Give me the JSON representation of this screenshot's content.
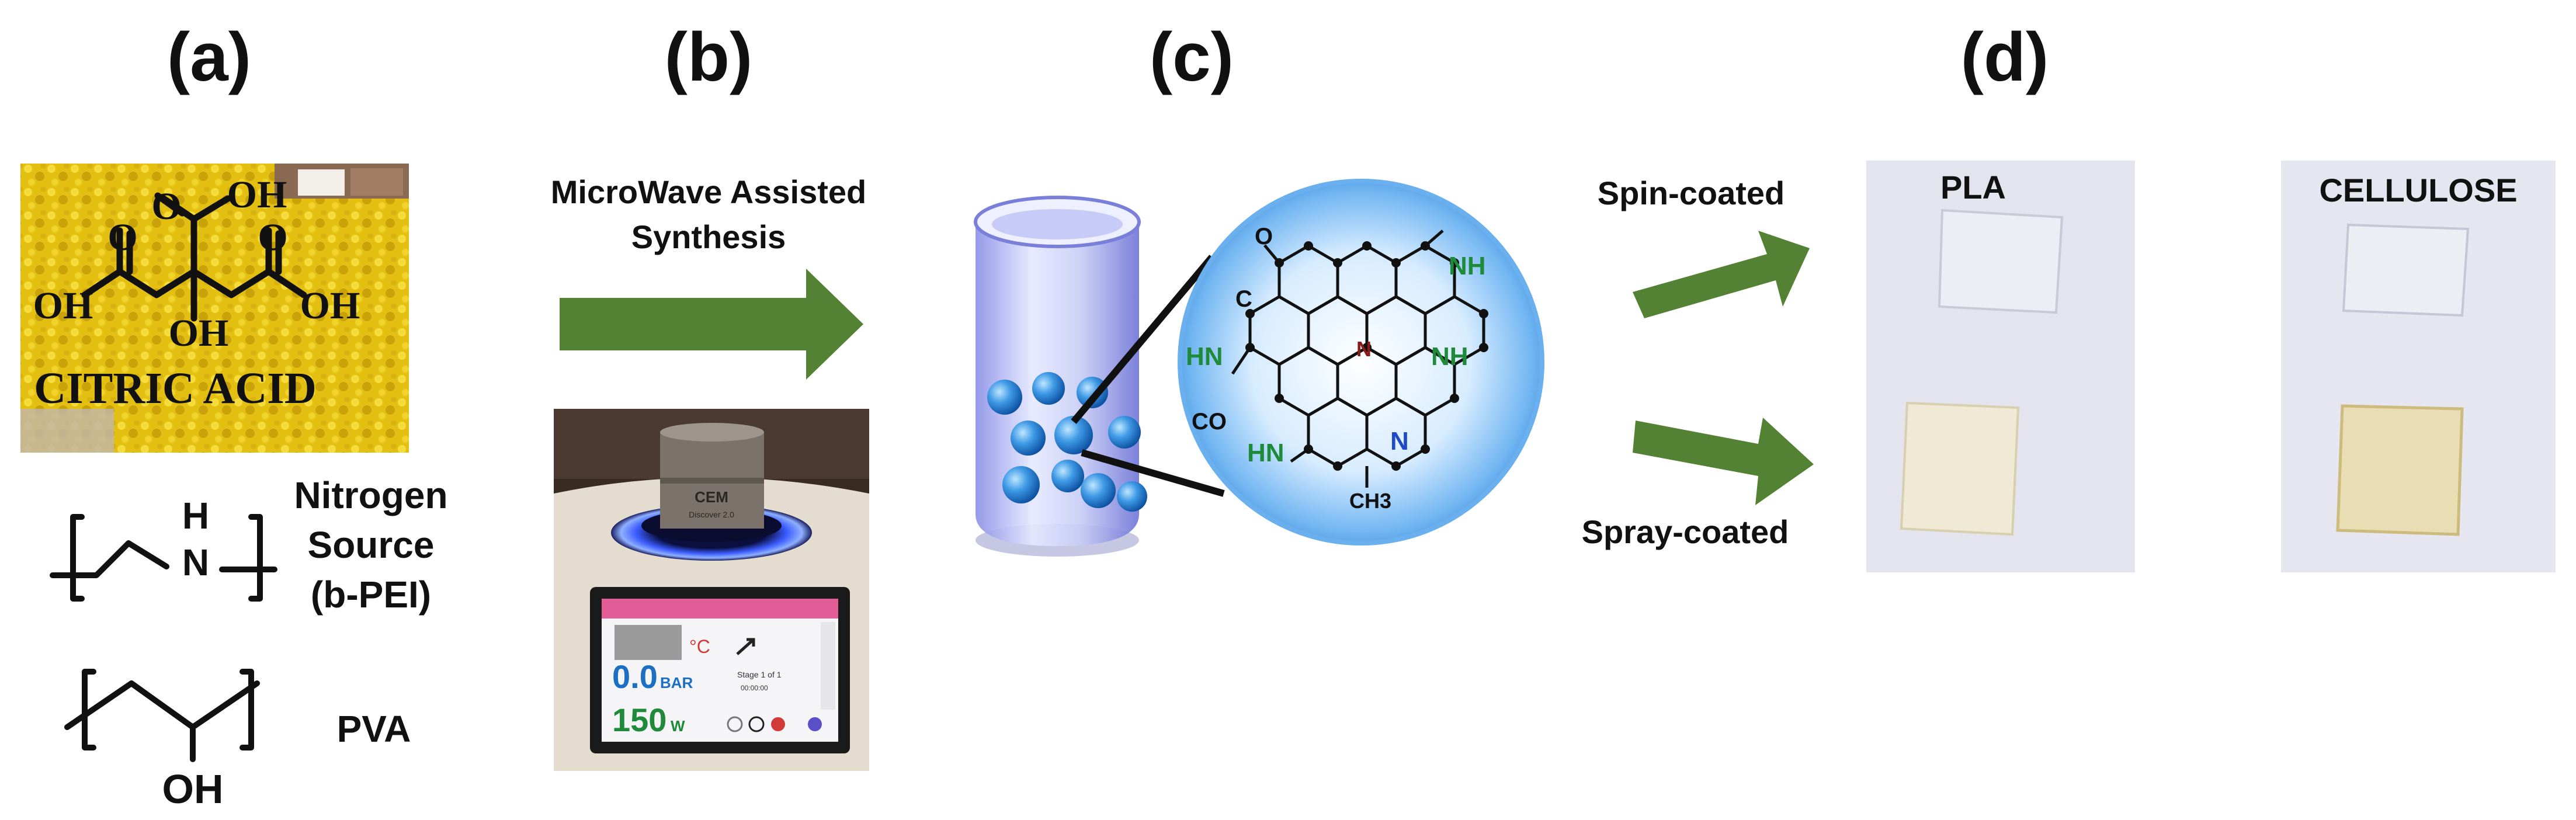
{
  "panels": {
    "a": "(a)",
    "b": "(b)",
    "c": "(c)",
    "d": "(d)"
  },
  "panel_a": {
    "citric": {
      "name": "CITRIC ACID",
      "oh_top": "OH",
      "oh_left": "OH",
      "oh_right": "OH",
      "oh_center": "OH",
      "o_left": "O",
      "o_top": "O",
      "o_right": "O"
    },
    "pei": {
      "h": "H",
      "n": "N",
      "caption": [
        "Nitrogen",
        "Source",
        "(b-PEI)"
      ]
    },
    "pva": {
      "oh": "OH",
      "caption": "PVA"
    }
  },
  "panel_b": {
    "caption": [
      "MicroWave Assisted",
      "Synthesis"
    ],
    "device": {
      "reading_pressure": "0.0",
      "unit_pressure": "BAR",
      "reading_power": "150",
      "unit_power": "W",
      "temp_fragment": "°C",
      "stage_text": "Stage 1 of 1",
      "time_text": "00:00:00",
      "brand": "CEM",
      "model": "Discover 2.0"
    }
  },
  "panel_c": {
    "atoms": {
      "nh_top": "NH",
      "hn_left": "HN",
      "nh_right": "NH",
      "hn_bottom": "HN",
      "o": "O",
      "c": "C",
      "co": "CO",
      "n": "N",
      "n_center": "N",
      "ch3": "CH3"
    }
  },
  "panel_d": {
    "spin_label": "Spin-coated",
    "spray_label": "Spray-coated",
    "pla_label": "PLA",
    "cellulose_label": "CELLULOSE"
  },
  "colors": {
    "arrow_green": "#548235",
    "yellow": "#e8c41a",
    "blue": "#2a7fd0",
    "nitrogen_green": "#1f8a3a"
  }
}
